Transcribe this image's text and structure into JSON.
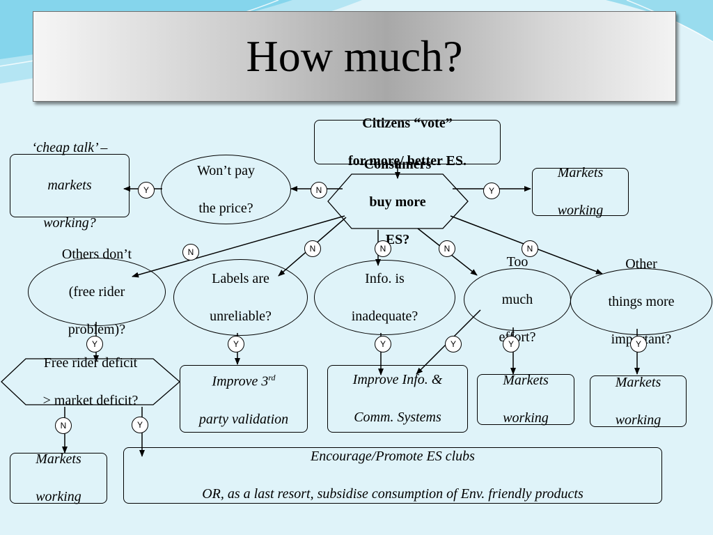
{
  "title": "How much?",
  "center": {
    "line1": "Consumers",
    "line2": "buy more",
    "line3": "ES?"
  },
  "citizens": {
    "line1": "Citizens “vote”",
    "line2": "for more/ better ES."
  },
  "cheap_talk": {
    "line1": "‘cheap talk’ –",
    "line2": "markets",
    "line3": "working?"
  },
  "wont_pay": {
    "line1": "Won’t pay",
    "line2": "the price?"
  },
  "markets_top": {
    "line1": "Markets",
    "line2": "working"
  },
  "others": {
    "line1": "Others don’t",
    "line2": "(free rider",
    "line3": "problem)?"
  },
  "labels": {
    "line1": "Labels are",
    "line2": "unreliable?"
  },
  "info": {
    "line1": "Info. is",
    "line2": "inadequate?"
  },
  "effort": {
    "line1": "Too",
    "line2": "much",
    "line3": "effort?"
  },
  "other_things": {
    "line1": "Other",
    "line2": "things more",
    "line3": "important?"
  },
  "free_rider": {
    "line1": "Free rider deficit",
    "line2": "> market deficit?"
  },
  "improve3": {
    "line1a": "Improve 3",
    "sup": "rd",
    "line2": "party validation"
  },
  "improve_info": {
    "line1": "Improve Info. &",
    "line2": "Comm. Systems"
  },
  "markets_effort": {
    "line1": "Markets",
    "line2": "working"
  },
  "markets_other": {
    "line1": "Markets",
    "line2": "working"
  },
  "markets_bottom": {
    "line1": "Markets",
    "line2": "working"
  },
  "encourage": {
    "line1": "Encourage/Promote ES clubs",
    "line2": "OR, as a last resort,  subsidise consumption of Env. friendly products"
  },
  "markers": {
    "y": "Y",
    "n": "N"
  },
  "colors": {
    "background": "#dff3f9",
    "wave": "#5fc8e6",
    "title_gradient_mid": "#a8a8a8",
    "marker_fill": "#ffffff"
  }
}
